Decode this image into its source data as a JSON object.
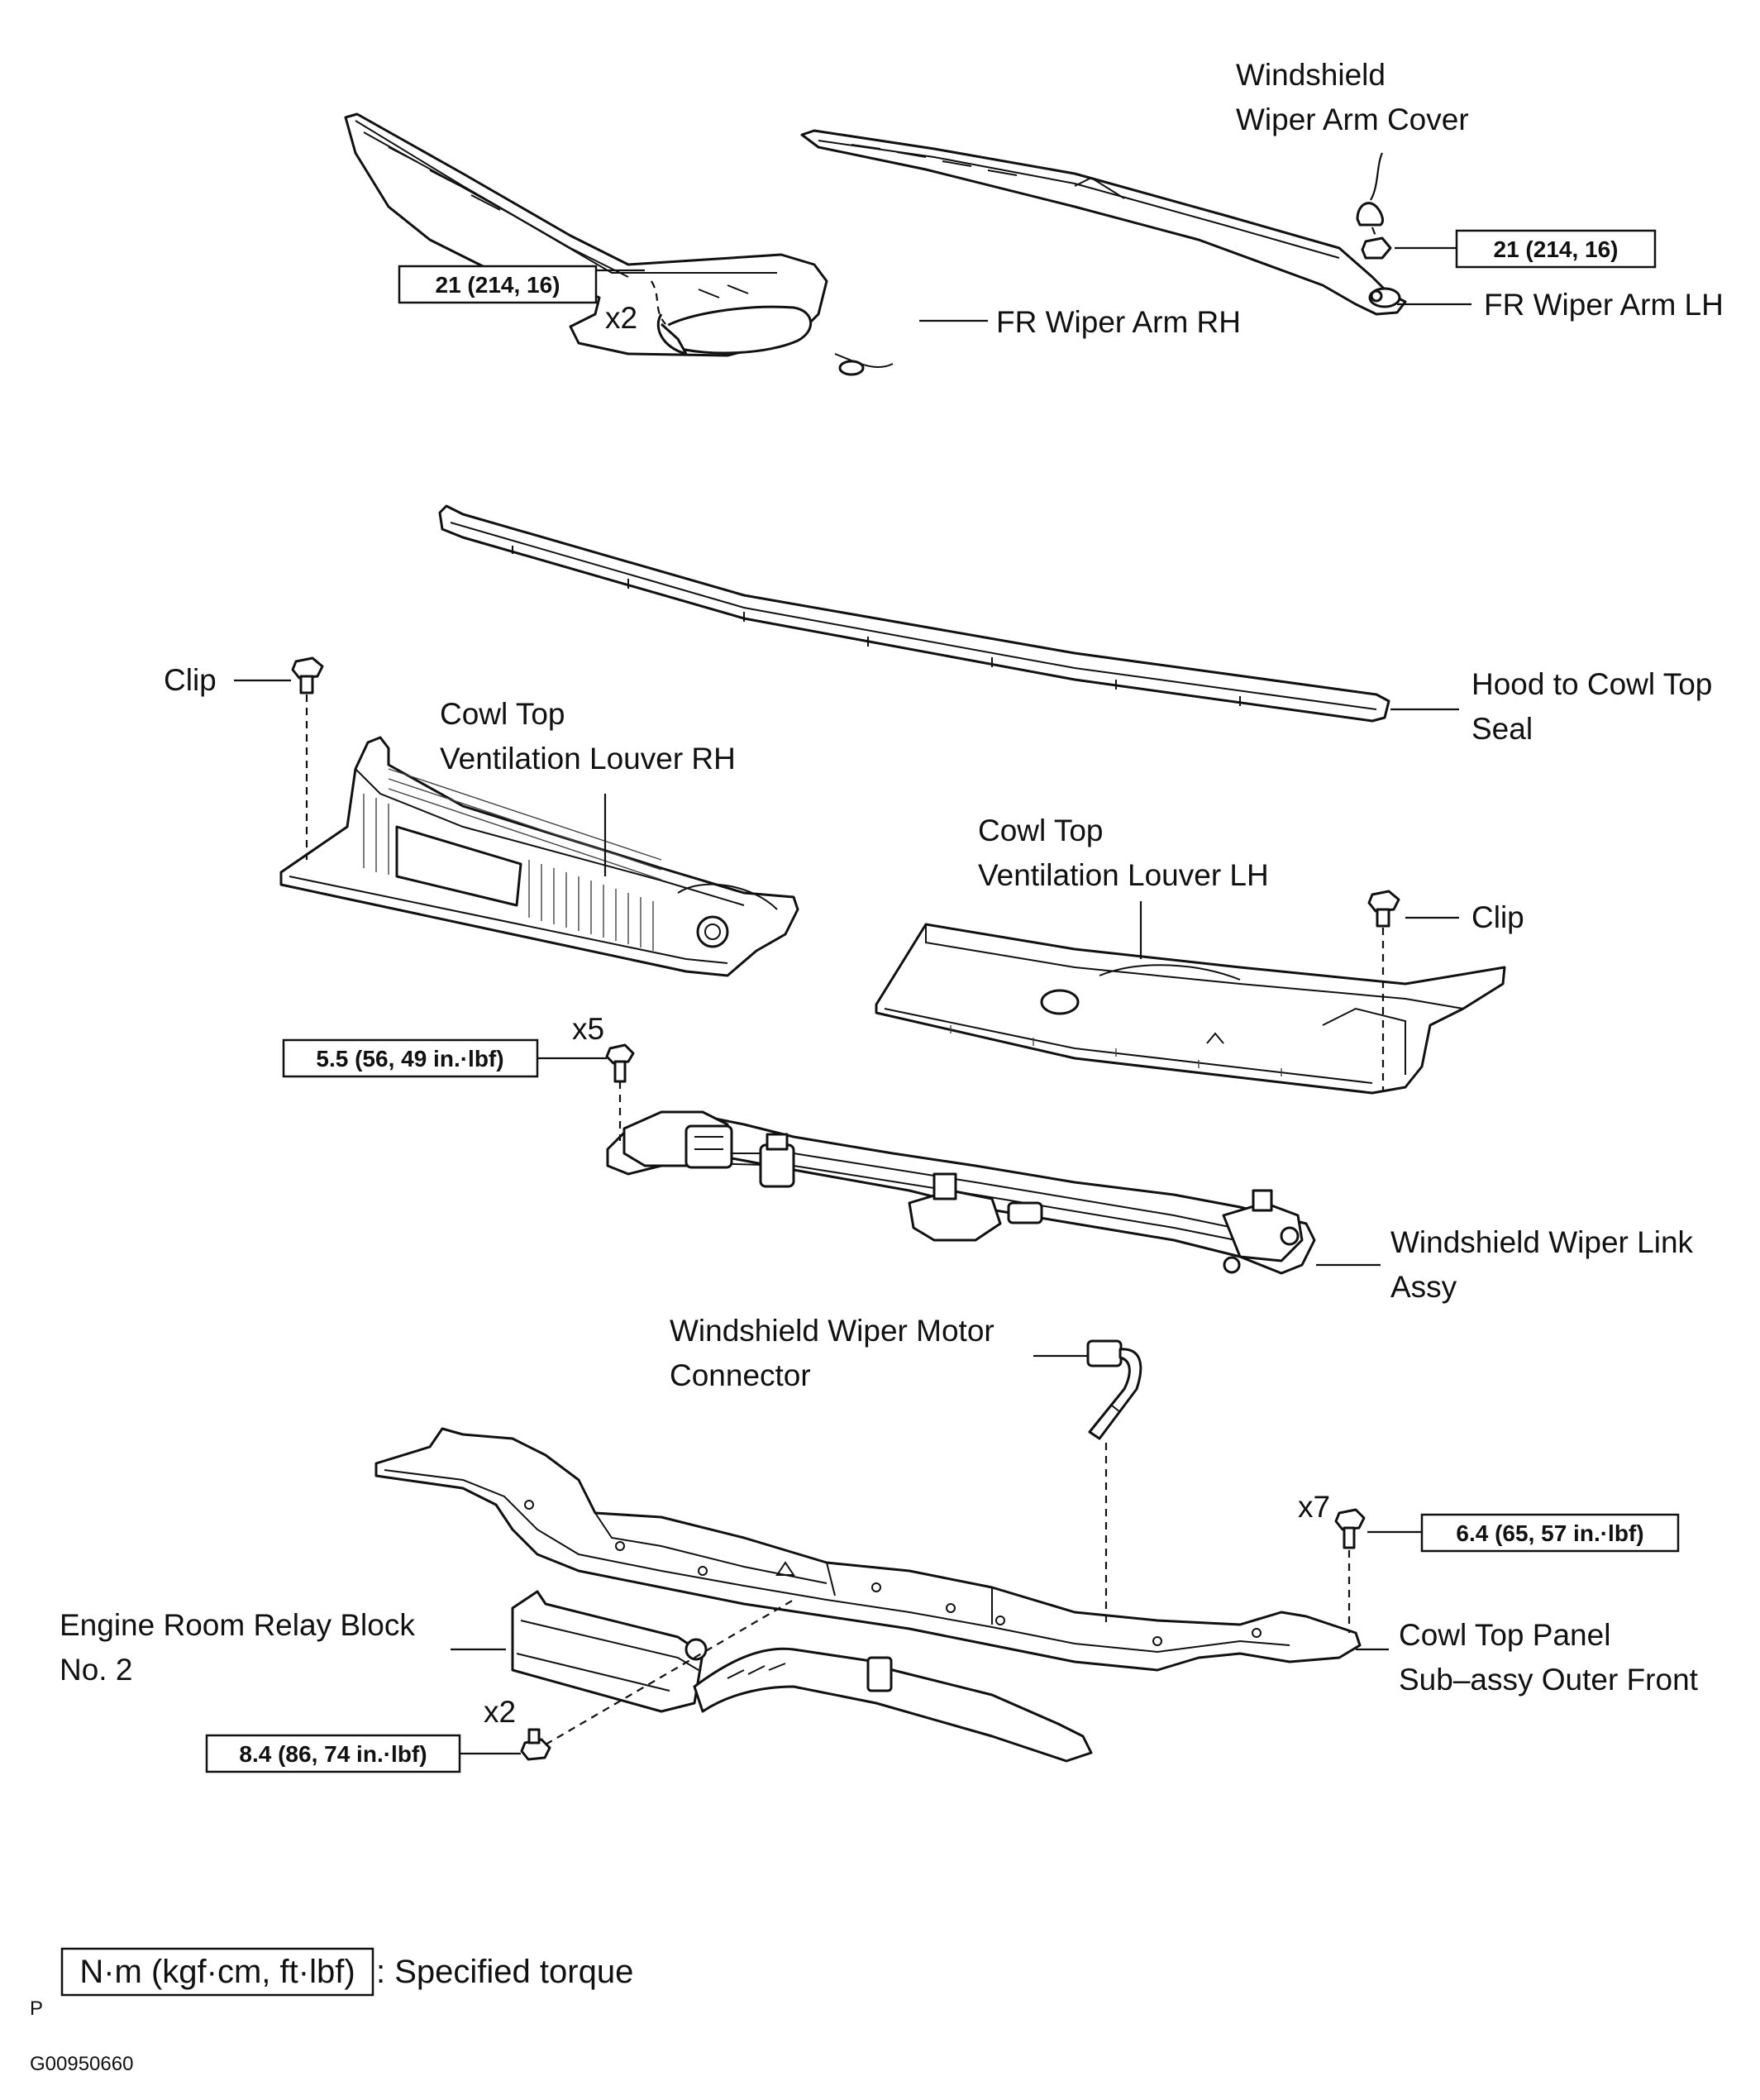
{
  "labels": {
    "wiper_arm_cover": [
      "Windshield",
      "Wiper Arm Cover"
    ],
    "fr_wiper_arm_rh": "FR Wiper Arm RH",
    "fr_wiper_arm_lh": "FR Wiper Arm LH",
    "hood_to_cowl_seal": [
      "Hood to Cowl Top",
      "Seal"
    ],
    "clip_left": "Clip",
    "clip_right": "Clip",
    "louver_rh": [
      "Cowl Top",
      "Ventilation Louver RH"
    ],
    "louver_lh": [
      "Cowl Top",
      "Ventilation Louver LH"
    ],
    "wiper_link": [
      "Windshield Wiper Link",
      "Assy"
    ],
    "motor_connector": [
      "Windshield Wiper Motor",
      "Connector"
    ],
    "relay_block": [
      "Engine Room Relay Block",
      "No. 2"
    ],
    "cowl_panel": [
      "Cowl Top Panel",
      "Sub–assy Outer Front"
    ]
  },
  "torques": {
    "arm_rh": "21 (214, 16)",
    "arm_lh": "21 (214, 16)",
    "link": "5.5 (56, 49 in.·lbf)",
    "panel": "6.4 (65, 57 in.·lbf)",
    "relay": "8.4 (86, 74 in.·lbf)"
  },
  "multipliers": {
    "arm_rh": "x2",
    "link": "x5",
    "panel": "x7",
    "relay": "x2"
  },
  "legend": {
    "unit_box": "N·m (kgf·cm, ft·lbf)",
    "desc": ": Specified torque"
  },
  "footer": {
    "letter": "P",
    "code": "G00950660"
  }
}
